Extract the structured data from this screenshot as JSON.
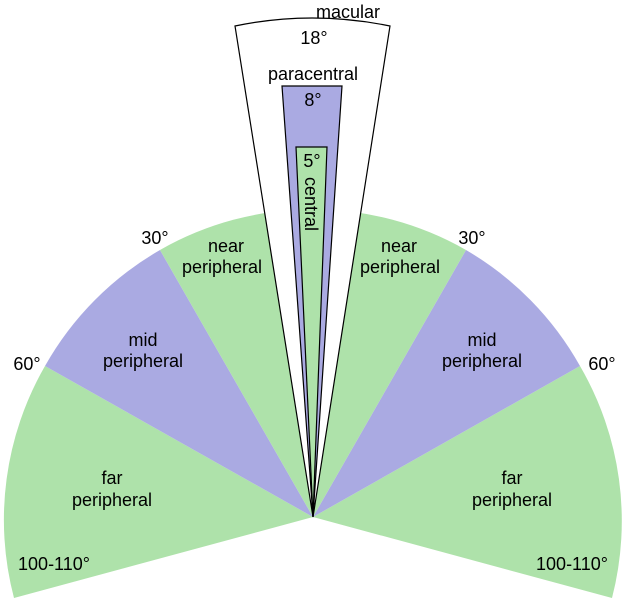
{
  "diagram": {
    "colors": {
      "green": "#aee2aa",
      "purple": "#aaaae2",
      "white": "#ffffff",
      "stroke": "#000000"
    },
    "zones": {
      "macular": {
        "label": "macular",
        "angle": "18°"
      },
      "paracentral": {
        "label": "paracentral",
        "angle": "8°"
      },
      "central": {
        "label": "central",
        "angle": "5°"
      },
      "near_left": {
        "line1": "near",
        "line2": "peripheral"
      },
      "near_right": {
        "line1": "near",
        "line2": "peripheral"
      },
      "mid_left": {
        "line1": "mid",
        "line2": "peripheral"
      },
      "mid_right": {
        "line1": "mid",
        "line2": "peripheral"
      },
      "far_left": {
        "line1": "far",
        "line2": "peripheral"
      },
      "far_right": {
        "line1": "far",
        "line2": "peripheral"
      }
    },
    "angle_labels": {
      "left_30": "30°",
      "right_30": "30°",
      "left_60": "60°",
      "right_60": "60°",
      "left_far": "100-110°",
      "right_far": "100-110°"
    }
  }
}
